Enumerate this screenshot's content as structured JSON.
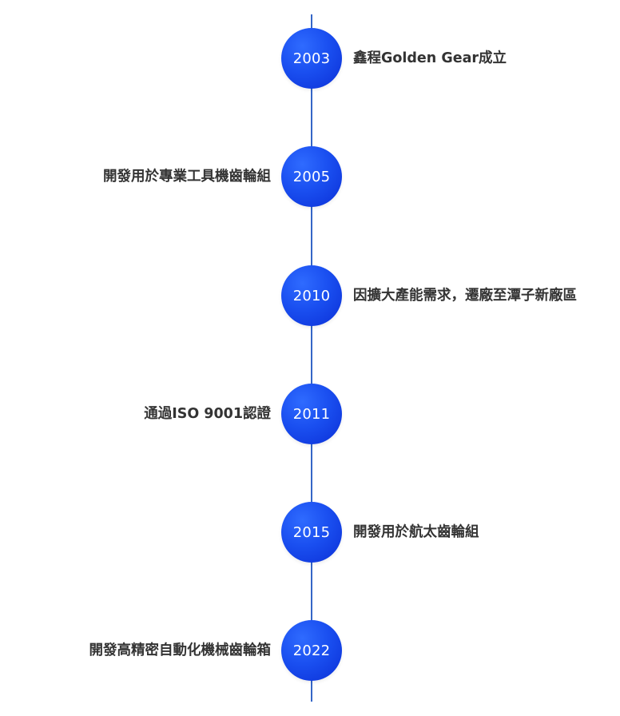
{
  "timeline": {
    "milestones": [
      {
        "year": "2003",
        "text": "鑫程Golden Gear成立",
        "side": "right"
      },
      {
        "year": "2005",
        "text": "開發用於專業工具機齒輪組",
        "side": "left"
      },
      {
        "year": "2010",
        "text": "因擴大產能需求，遷廠至潭子新廠區",
        "side": "right"
      },
      {
        "year": "2011",
        "text": "通過ISO 9001認證",
        "side": "left"
      },
      {
        "year": "2015",
        "text": "開發用於航太齒輪組",
        "side": "right"
      },
      {
        "year": "2022",
        "text": "開發高精密自動化機械齒輪箱",
        "side": "left"
      }
    ]
  },
  "colors": {
    "line": "#3566c7",
    "circle": "#1a4ff0",
    "text": "#333333"
  }
}
